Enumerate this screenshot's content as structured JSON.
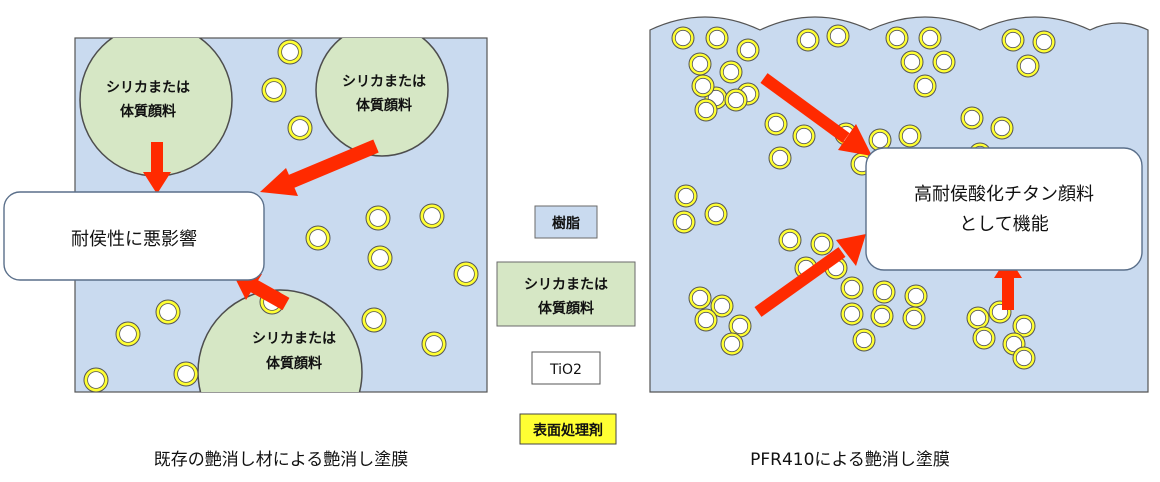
{
  "colors": {
    "resin": "#c9daef",
    "silica": "#d6e7c5",
    "silica_stroke": "#4d4d4d",
    "treatment": "#ffff33",
    "tio2": "#ffffff",
    "arrow": "#ff2a00",
    "border": "#555555"
  },
  "left_panel": {
    "caption": "既存の艶消し材による艶消し塗膜",
    "silica_lines": [
      "シリカまたは",
      "体質顔料"
    ],
    "callout_text": "耐侯性に悪影響"
  },
  "right_panel": {
    "caption": "PFR410による艶消し塗膜",
    "callout_lines": [
      "高耐侯酸化チタン顔料",
      "として機能"
    ]
  },
  "legend": {
    "resin_label": "樹脂",
    "silica_lines": [
      "シリカまたは",
      "体質顔料"
    ],
    "tio2_label": "TiO2",
    "treatment_label": "表面処理剤"
  }
}
